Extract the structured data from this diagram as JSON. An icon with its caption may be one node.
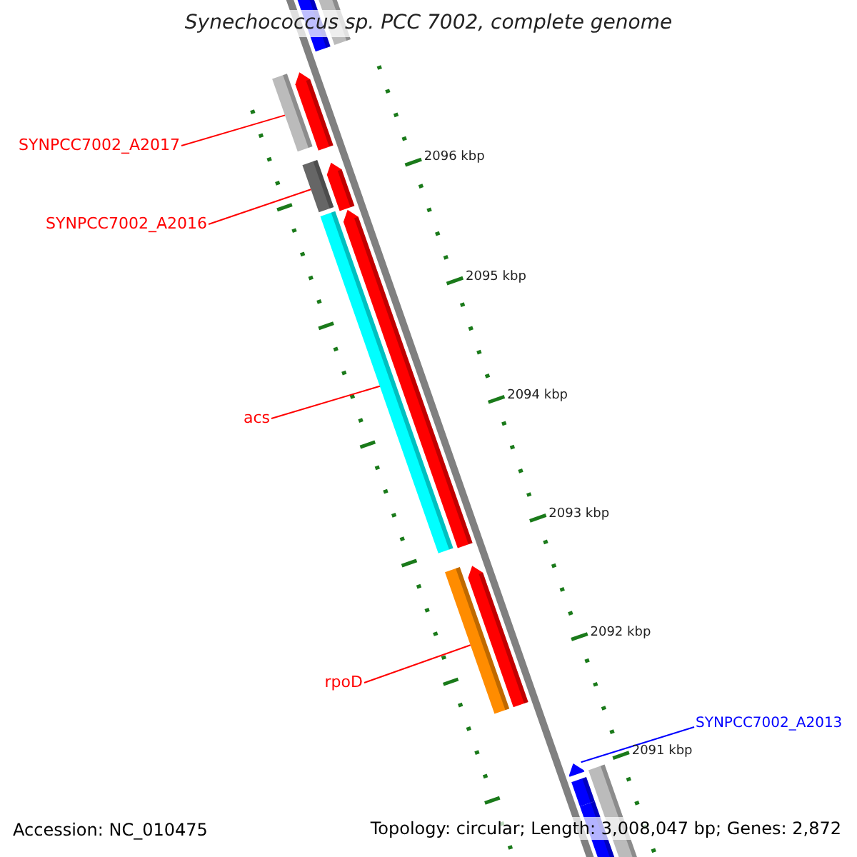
{
  "diagram": {
    "title": "Synechococcus sp. PCC 7002, complete genome",
    "nodes": [
      {
        "text": [
          "SYNPCC7002_A2017"
        ]
      },
      {
        "text": [
          "SYNPCC7002_A2016"
        ]
      },
      {
        "text": [
          "acs"
        ]
      },
      {
        "text": [
          "rpoD"
        ]
      },
      {
        "text": [
          "SYNPCC7002_A2013"
        ]
      },
      {
        "text": [],
        "shape": "bar"
      },
      {
        "text": [],
        "shape": "bar"
      },
      {
        "text": [],
        "shape": "bar"
      },
      {
        "text": [],
        "shape": "bar"
      },
      {
        "text": [],
        "shape": "bar"
      }
    ],
    "edges": [
      {
        "from": 0,
        "to": 5,
        "arrow": "none"
      },
      {
        "from": 1,
        "to": 6,
        "arrow": "none"
      },
      {
        "from": 2,
        "to": 7,
        "arrow": "none"
      },
      {
        "from": 3,
        "to": 8,
        "arrow": "none"
      },
      {
        "from": 4,
        "to": 9,
        "arrow": "none",
        "color": "#0000ff"
      }
    ],
    "labels": [
      "2096 kbp",
      "2095 kbp",
      "2094 kbp",
      "2093 kbp",
      "2092 kbp",
      "2091 kbp",
      "Accession: NC_010475",
      "Topology: circular; Length: 3,008,047 bp; Genes: 2,872"
    ]
  }
}
